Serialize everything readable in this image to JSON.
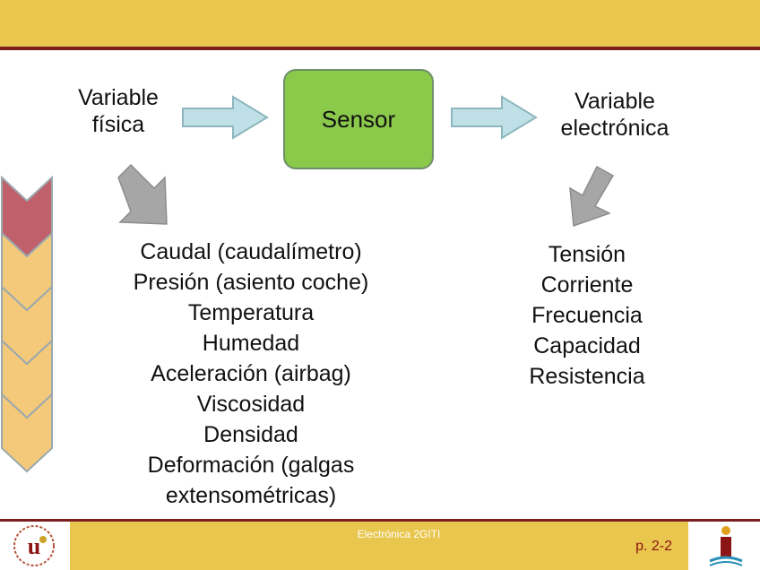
{
  "slide": {
    "input_label": [
      "Variable",
      "física"
    ],
    "sensor_label": "Sensor",
    "output_label": [
      "Variable",
      "electrónica"
    ],
    "physical_variables": [
      "Caudal (caudalímetro)",
      "Presión (asiento coche)",
      "Temperatura",
      "Humedad",
      "Aceleración (airbag)",
      "Viscosidad",
      "Densidad",
      "Deformación (galgas",
      "extensométricas)"
    ],
    "electronic_variables": [
      "Tensión",
      "Corriente",
      "Frecuencia",
      "Capacidad",
      "Resistencia"
    ]
  },
  "footer": {
    "title": "Electrónica 2GITI",
    "page": "p. 2-2"
  },
  "colors": {
    "band": "#E9C64E",
    "rule": "#7A1E1E",
    "sensor_fill": "#8BC94B",
    "arrow_fill": "#BFE0E6",
    "down_arrow": "#A6A6A6",
    "chevron_active": "#C0606A",
    "chevron": "#F5C97A"
  }
}
